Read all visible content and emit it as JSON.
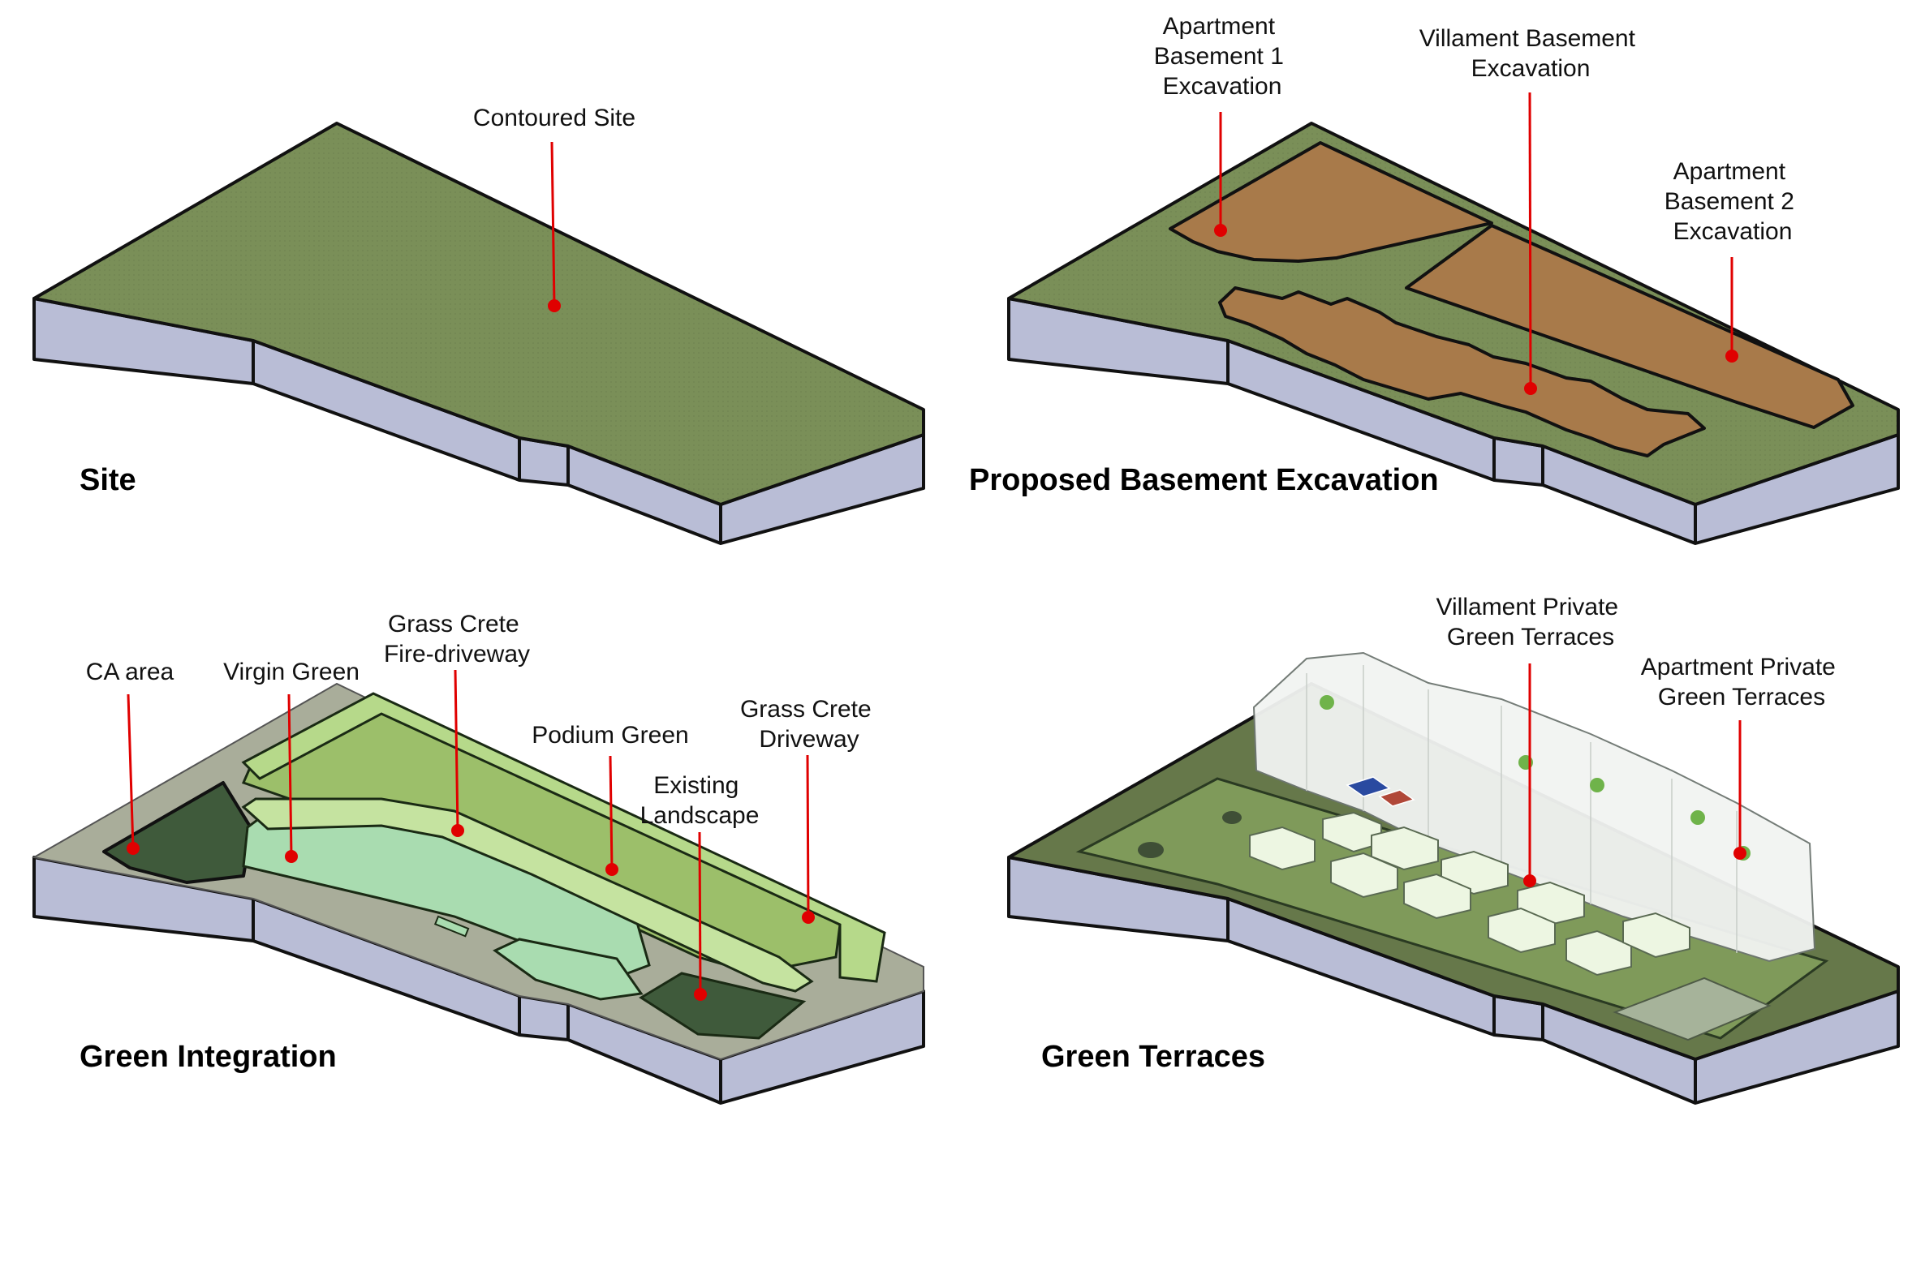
{
  "panels": {
    "site": {
      "title": "Site",
      "labels": {
        "contoured_site": "Contoured Site"
      }
    },
    "excavation": {
      "title": "Proposed Basement Excavation",
      "labels": {
        "apt_b1": [
          "Apartment",
          "Basement 1",
          "Excavation"
        ],
        "villament": [
          "Villament Basement",
          "Excavation"
        ],
        "apt_b2": [
          "Apartment",
          "Basement 2",
          "Excavation"
        ]
      }
    },
    "green_integration": {
      "title": "Green Integration",
      "labels": {
        "ca_area": "CA area",
        "virgin_green": "Virgin Green",
        "grass_crete_fire": [
          "Grass Crete",
          "Fire-driveway"
        ],
        "podium_green": "Podium Green",
        "existing_landscape": [
          "Existing",
          "Landscape"
        ],
        "grass_crete_drive": [
          "Grass Crete",
          "Driveway"
        ]
      }
    },
    "green_terraces": {
      "title": "Green Terraces",
      "labels": {
        "villament_terraces": [
          "Villament Private",
          "Green Terraces"
        ],
        "apartment_terraces": [
          "Apartment Private",
          "Green Terraces"
        ]
      }
    }
  },
  "colors": {
    "site_green": "#7a8f58",
    "side_face": "#b9bdd6",
    "excavation": "#a87a4a",
    "grey_margin": "#a9ad9a",
    "light_green": "#b6d98a",
    "mint_green": "#a9dcb0",
    "dark_green": "#3f5a3b",
    "leader_red": "#e00000"
  }
}
